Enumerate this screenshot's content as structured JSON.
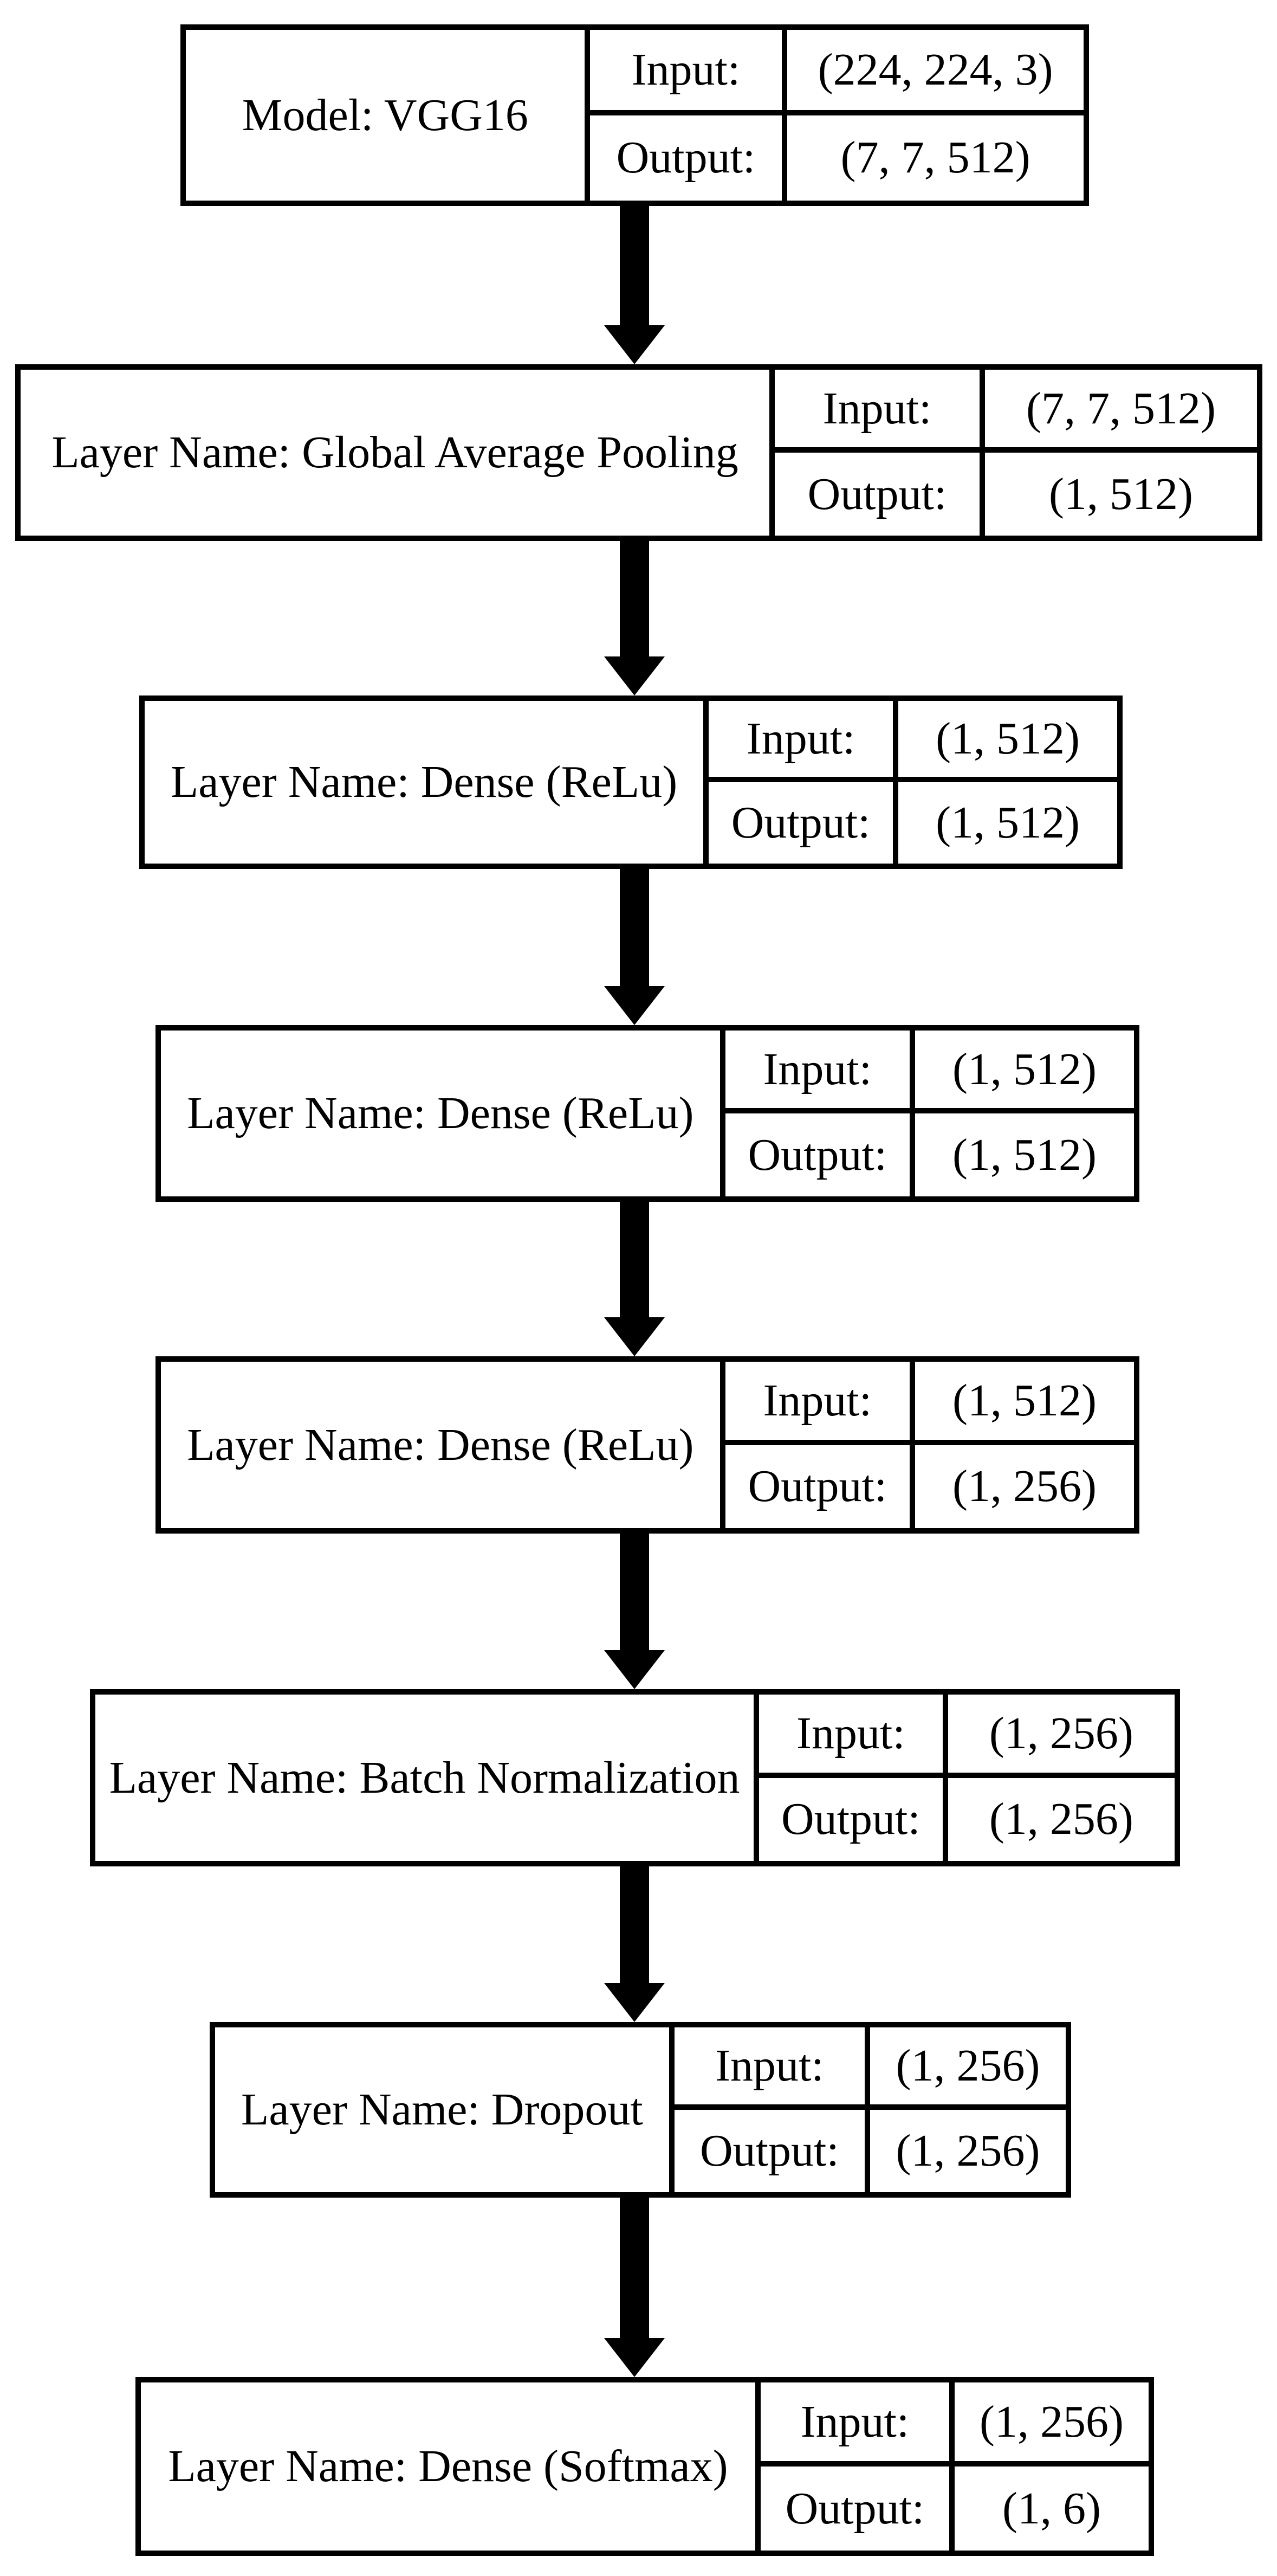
{
  "figure": {
    "title": "VGG16 transfer-learning model architecture flowchart",
    "type": "flowchart",
    "ink_color": "#000000",
    "background_color": "#ffffff",
    "arrow_count": 7,
    "arrow_direction": "down"
  },
  "blocks": [
    {
      "name": "Model: VGG16",
      "input_label": "Input:",
      "input_value": "(224, 224, 3)",
      "output_label": "Output:",
      "output_value": "(7, 7, 512)"
    },
    {
      "name": "Layer Name: Global Average Pooling",
      "input_label": "Input:",
      "input_value": "(7, 7, 512)",
      "output_label": "Output:",
      "output_value": "(1, 512)"
    },
    {
      "name": "Layer Name: Dense (ReLu)",
      "input_label": "Input:",
      "input_value": "(1, 512)",
      "output_label": "Output:",
      "output_value": "(1, 512)"
    },
    {
      "name": "Layer Name: Dense (ReLu)",
      "input_label": "Input:",
      "input_value": "(1, 512)",
      "output_label": "Output:",
      "output_value": "(1, 512)"
    },
    {
      "name": "Layer Name: Dense (ReLu)",
      "input_label": "Input:",
      "input_value": "(1, 512)",
      "output_label": "Output:",
      "output_value": "(1, 256)"
    },
    {
      "name": "Layer Name: Batch Normalization",
      "input_label": "Input:",
      "input_value": "(1, 256)",
      "output_label": "Output:",
      "output_value": "(1, 256)"
    },
    {
      "name": "Layer Name: Dropout",
      "input_label": "Input:",
      "input_value": "(1, 256)",
      "output_label": "Output:",
      "output_value": "(1, 256)"
    },
    {
      "name": "Layer Name: Dense (Softmax)",
      "input_label": "Input:",
      "input_value": "(1, 256)",
      "output_label": "Output:",
      "output_value": "(1, 6)"
    }
  ]
}
